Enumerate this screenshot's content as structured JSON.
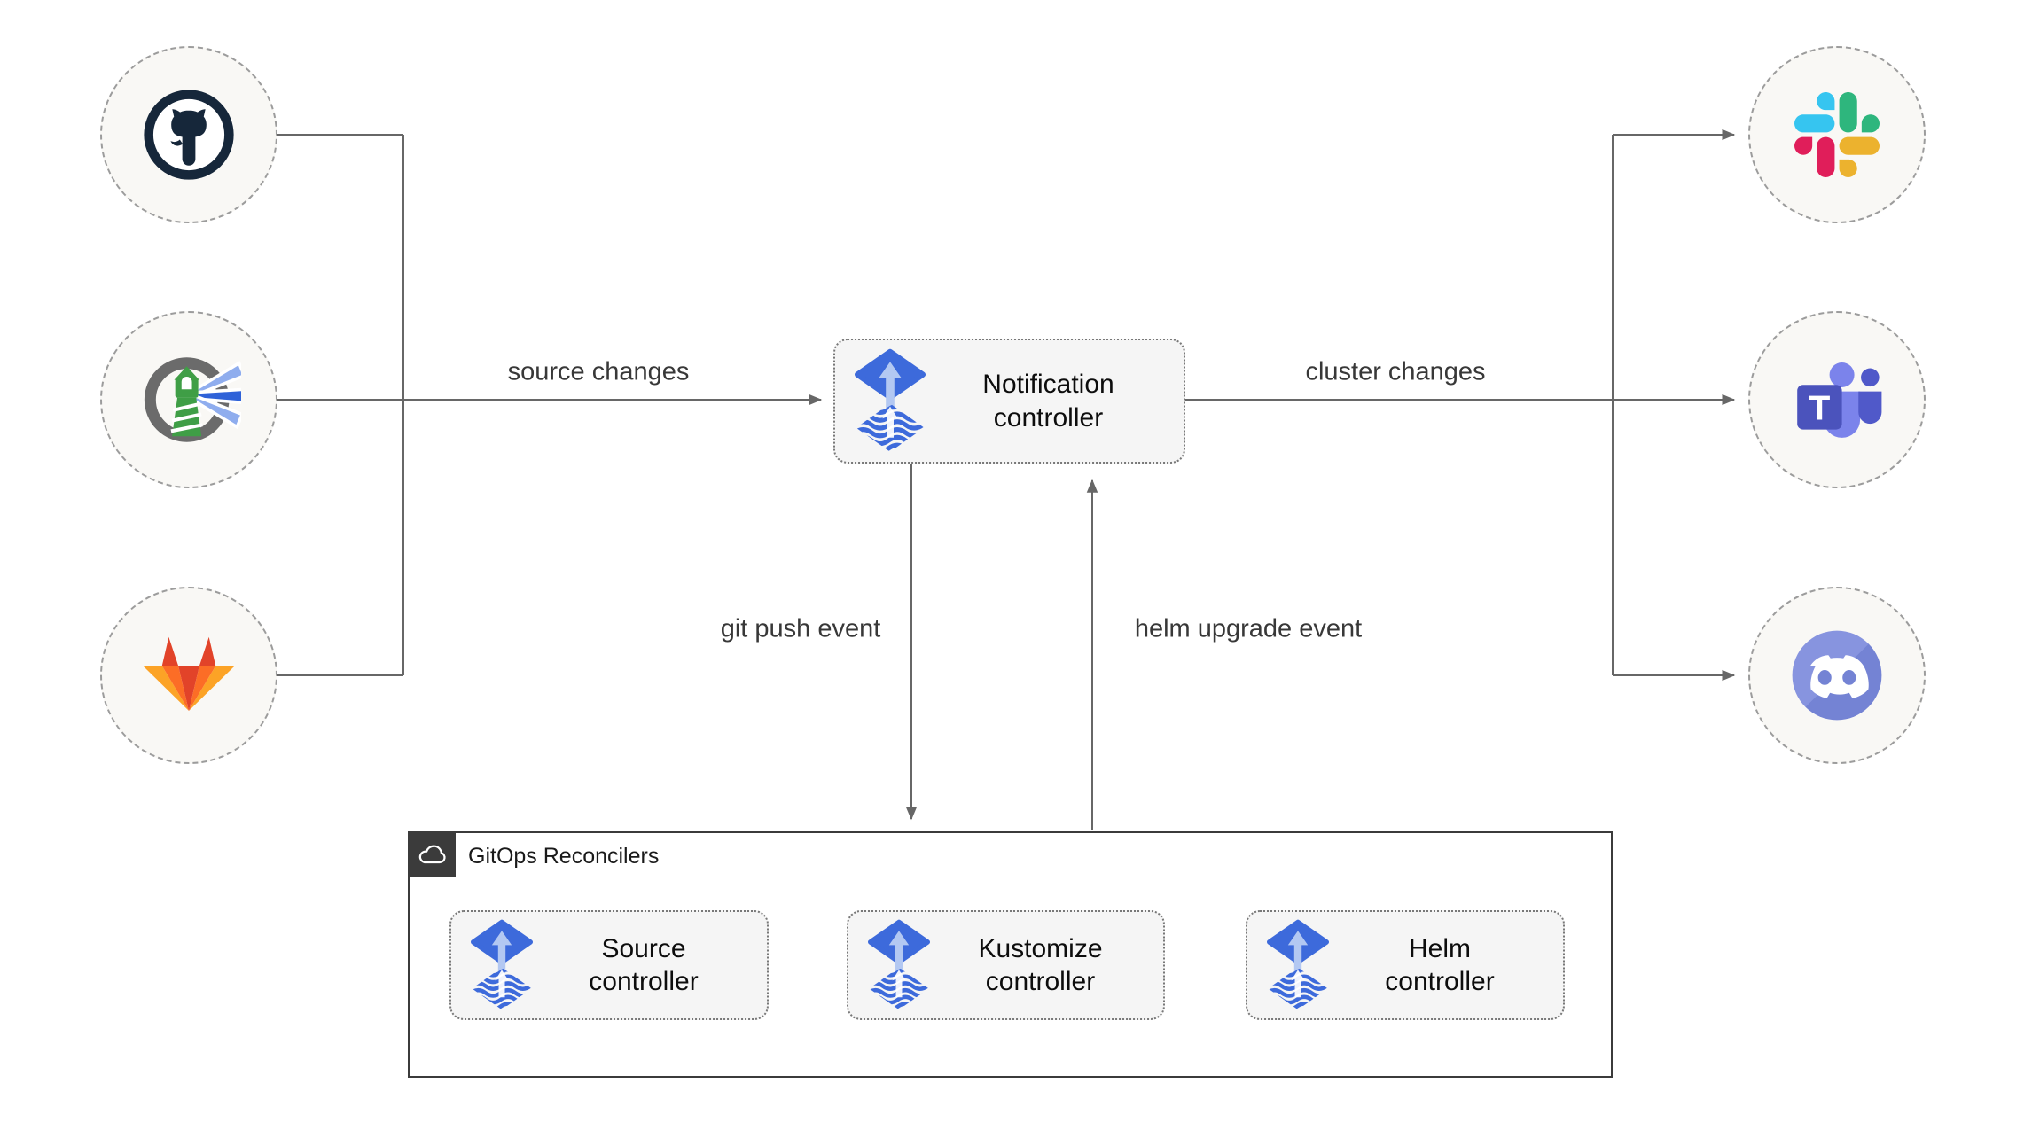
{
  "edges": {
    "source_changes": "source changes",
    "cluster_changes": "cluster changes",
    "git_push_event": "git push event",
    "helm_upgrade_event": "helm upgrade event"
  },
  "container": {
    "label": "GitOps Reconcilers",
    "icon": "cloud-icon"
  },
  "nodes": {
    "notification": "Notification controller",
    "source": "Source controller",
    "kustomize": "Kustomize controller",
    "helm": "Helm controller",
    "icon": "flux-icon"
  },
  "sources": [
    {
      "icon": "github-icon"
    },
    {
      "icon": "harbor-icon"
    },
    {
      "icon": "gitlab-icon"
    }
  ],
  "notifiers": [
    {
      "icon": "slack-icon"
    },
    {
      "icon": "ms-teams-icon"
    },
    {
      "icon": "discord-icon"
    }
  ],
  "colors": {
    "flux_blue": "#3d6adb",
    "flux_arrow_light": "#b3c8f2",
    "line_gray": "#676767",
    "box_fill": "#f5f5f5",
    "circle_fill": "#f9f8f5",
    "container_border": "#3b3b3b",
    "github_dark": "#16273a",
    "harbor_green": "#3f9e46",
    "gitlab_red": "#e24329",
    "gitlab_orange": "#fc6d26",
    "gitlab_yellow": "#fca326",
    "slack_blue": "#36c5f0",
    "slack_green": "#2eb67d",
    "slack_red": "#e01e5a",
    "slack_yellow": "#ecb22e",
    "teams_purple": "#4b53bc",
    "teams_light_purple": "#7b83eb",
    "discord_blurple": "#7b8dda"
  }
}
